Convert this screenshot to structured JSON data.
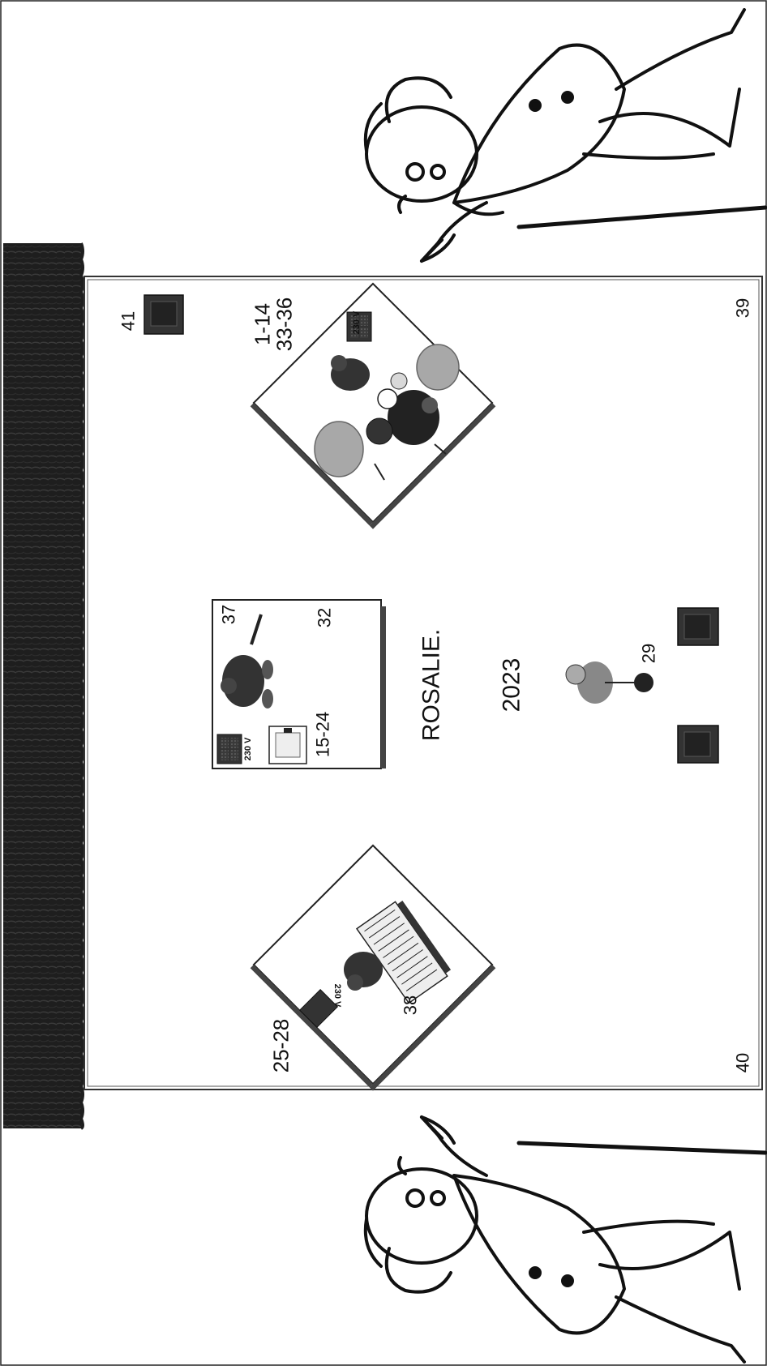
{
  "title": {
    "name": "ROSALIE.",
    "year": "2023"
  },
  "positions": {
    "keys": "25-28",
    "keys_player": "38",
    "guitar_input": "15-24",
    "guitar_top": "37",
    "guitar_side": "32",
    "drums": "1-14\n33-36",
    "vocal": "29",
    "side_fill": "41",
    "corner_right": "39",
    "corner_left": "40"
  },
  "power_labels": {
    "keys": "230 V",
    "guitar": "230 V",
    "drums": "230 V"
  },
  "colors": {
    "curtain": "#1e1e1e",
    "stage_border": "#333333",
    "equipment": "#222222",
    "cymbal": "#a8a8a8"
  },
  "icons": {
    "left_character": "cartoon-pointing-man-icon",
    "right_character": "cartoon-pointing-man-icon",
    "curtain": "stage-curtain-icon",
    "monitor": "wedge-monitor-icon",
    "amp": "amplifier-icon",
    "power": "power-outlet-icon",
    "mic": "microphone-icon"
  }
}
